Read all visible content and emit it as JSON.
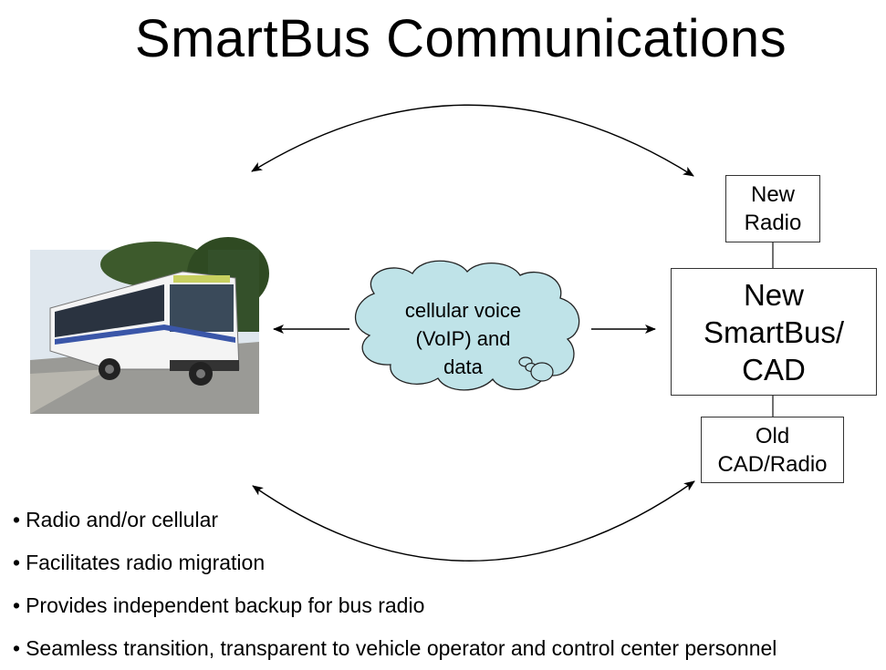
{
  "title": "SmartBus Communications",
  "cloud": {
    "line1": "cellular voice",
    "line2": "(VoIP) and",
    "line3": "data"
  },
  "boxes": {
    "new_radio": {
      "line1": "New",
      "line2": "Radio"
    },
    "smartbus_cad": {
      "line1": "New",
      "line2": "SmartBus/",
      "line3": "CAD"
    },
    "old_cad_radio": {
      "line1": "Old",
      "line2": "CAD/Radio"
    }
  },
  "bullets": [
    "Radio and/or cellular",
    "Facilitates radio migration",
    "Provides independent backup for bus radio",
    "Seamless transition, transparent to vehicle operator and control center personnel"
  ],
  "colors": {
    "cloud_fill": "#bfe3e8",
    "bus_body": "#f4f4f4",
    "bus_stripe": "#3a56a8",
    "sky": "#dfe7ee",
    "trees": "#3d5a2c"
  }
}
